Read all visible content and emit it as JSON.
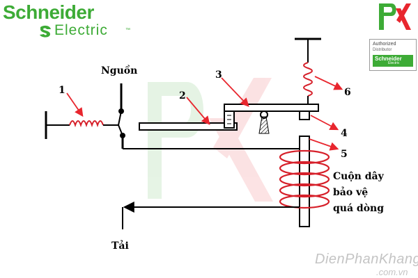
{
  "branding": {
    "name": "Schneider",
    "sub": "Electric",
    "trademark": "™",
    "pk_mark": "PK",
    "authorized_line1": "Authorized",
    "authorized_line2": "Distributor",
    "authorized_brand": "Schneider",
    "authorized_brand_sub": "Electric",
    "watermark": "DienPhanKhang",
    "watermark_domain": ".com.vn"
  },
  "diagram": {
    "labels": {
      "source": "Nguồn",
      "load": "Tải",
      "coil_line1": "Cuộn dây",
      "coil_line2": "bảo vệ",
      "coil_line3": "quá dòng"
    },
    "callouts": [
      "1",
      "2",
      "3",
      "4",
      "5",
      "6"
    ]
  },
  "colors": {
    "brand_green": "#3dab36",
    "pk_red": "#e8262e",
    "arrow_red": "#e8262e",
    "coil_red": "#d6202a",
    "line": "#000000"
  }
}
